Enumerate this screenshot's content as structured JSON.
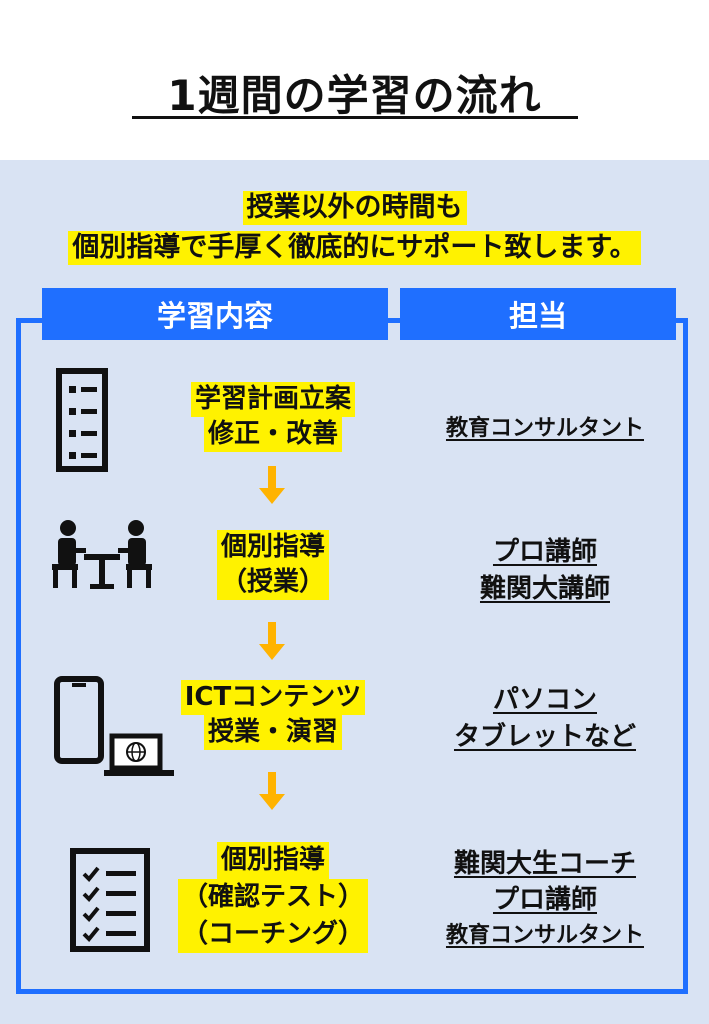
{
  "title": "1週間の学習の流れ",
  "intro": {
    "line1": "授業以外の時間も",
    "line2": "個別指導で手厚く徹底的にサポート致します。"
  },
  "headers": {
    "content": "学習内容",
    "owner": "担当"
  },
  "steps": [
    {
      "icon": "checklist-icon",
      "lines": [
        "学習計画立案",
        "修正・改善"
      ],
      "owner": [
        "教育コンサルタント"
      ]
    },
    {
      "icon": "tutoring-icon",
      "lines": [
        "個別指導",
        "（授業）"
      ],
      "owner": [
        "プロ講師",
        "難関大講師"
      ]
    },
    {
      "icon": "devices-icon",
      "lines": [
        "ICTコンテンツ",
        "授業・演習"
      ],
      "owner": [
        "パソコン",
        "タブレットなど"
      ]
    },
    {
      "icon": "checklist-check-icon",
      "lines": [
        "個別指導",
        "（確認テスト）",
        "（コーチング）"
      ],
      "owner": [
        "難関大生コーチ",
        "プロ講師",
        "教育コンサルタント"
      ]
    }
  ],
  "colors": {
    "accent": "#1f6fff",
    "highlight": "#fff200",
    "arrow": "#ffb300",
    "panel": "#d9e3f3"
  }
}
